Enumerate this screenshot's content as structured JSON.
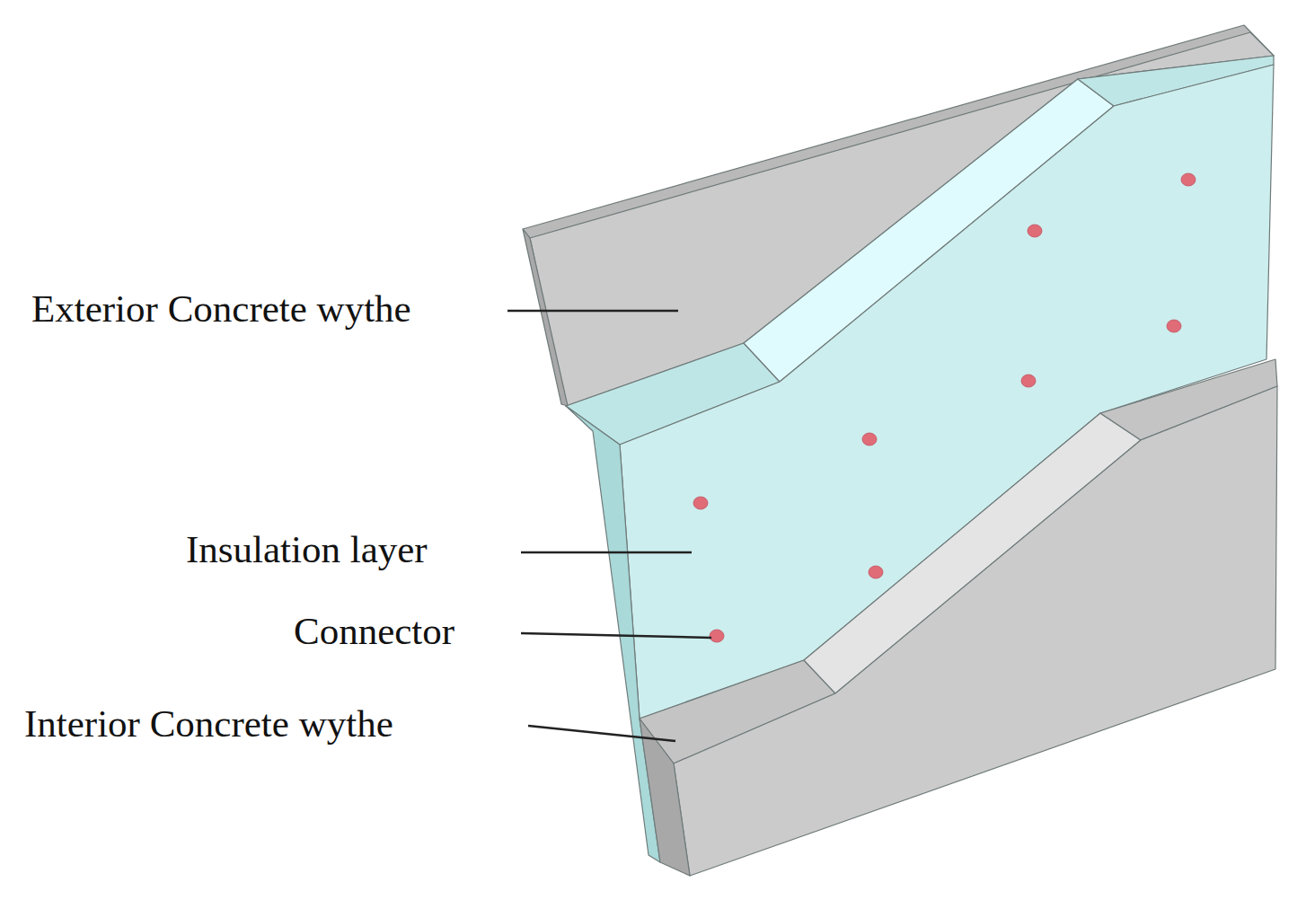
{
  "diagram": {
    "labels": [
      "Exterior Concrete wythe",
      "Insulation layer",
      "Connector",
      "Interior Concrete wythe"
    ]
  }
}
